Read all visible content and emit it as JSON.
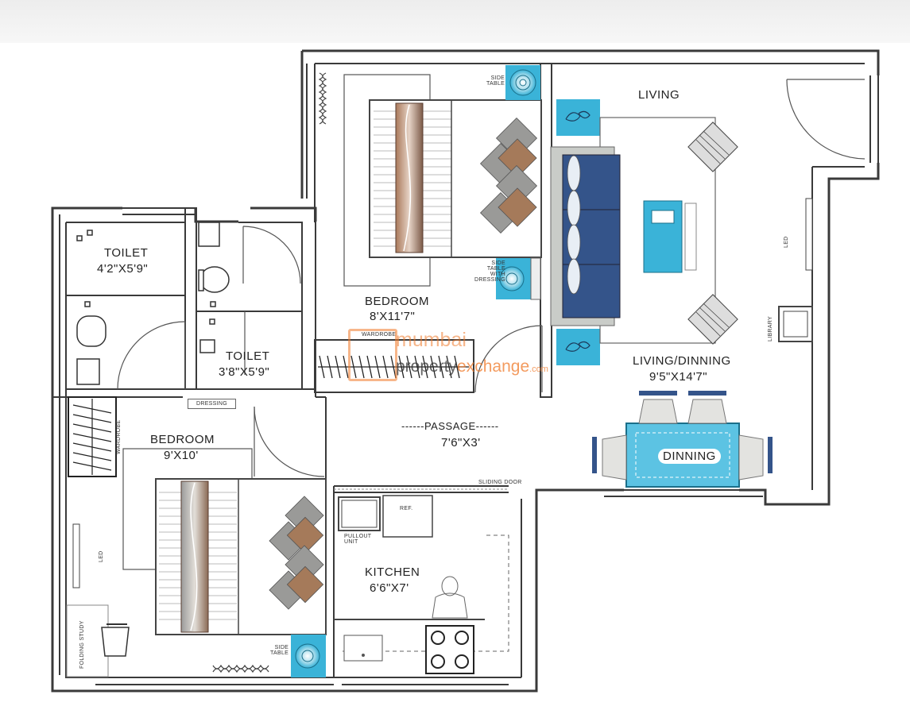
{
  "rooms": {
    "toilet1": {
      "name": "TOILET",
      "size": "4'2\"X5'9\""
    },
    "toilet2": {
      "name": "TOILET",
      "size": "3'8\"X5'9\""
    },
    "bedroom1": {
      "name": "BEDROOM",
      "size": "8'X11'7\""
    },
    "bedroom2": {
      "name": "BEDROOM",
      "size": "9'X10'"
    },
    "living": {
      "name": "LIVING"
    },
    "living_dinning": {
      "name": "LIVING/DINNING",
      "size": "9'5\"X14'7\""
    },
    "passage": {
      "name": "------PASSAGE------",
      "size": "7'6\"X3'"
    },
    "kitchen": {
      "name": "KITCHEN",
      "size": "6'6\"X7'"
    },
    "dinning_table": "DINNING"
  },
  "annotations": {
    "side_table_top": [
      "SIDE",
      "TABLE"
    ],
    "side_table_dressing": [
      "SIDE",
      "TABLE",
      "WITH",
      "DRESSING"
    ],
    "side_table_bottom": [
      "SIDE",
      "TABLE"
    ],
    "wardrobe_top": "WARDROBE",
    "wardrobe_left": "WARDROBE",
    "dressing": "DRESSING",
    "sliding_door": "SLIDING DOOR",
    "ref": "REF.",
    "pullout_unit": [
      "PULLOUT",
      "UNIT"
    ],
    "led_right": "LED",
    "led_left": "LED",
    "library": "LIBRARY",
    "folding_study": "FOLDING STUDY"
  },
  "watermark": {
    "line1": "mumbai",
    "line2a": "property",
    "line2b": "exchange",
    "line2c": ".com"
  },
  "colors": {
    "wall": "#3a3a3a",
    "sofa": "#34548a",
    "accent_blue": "#3ab3d8",
    "table_blue": "#5cc3e3",
    "cushion_grey": "#9a9a98",
    "cushion_brown": "#a57a5a",
    "watermark_orange": "#f07a2a"
  }
}
